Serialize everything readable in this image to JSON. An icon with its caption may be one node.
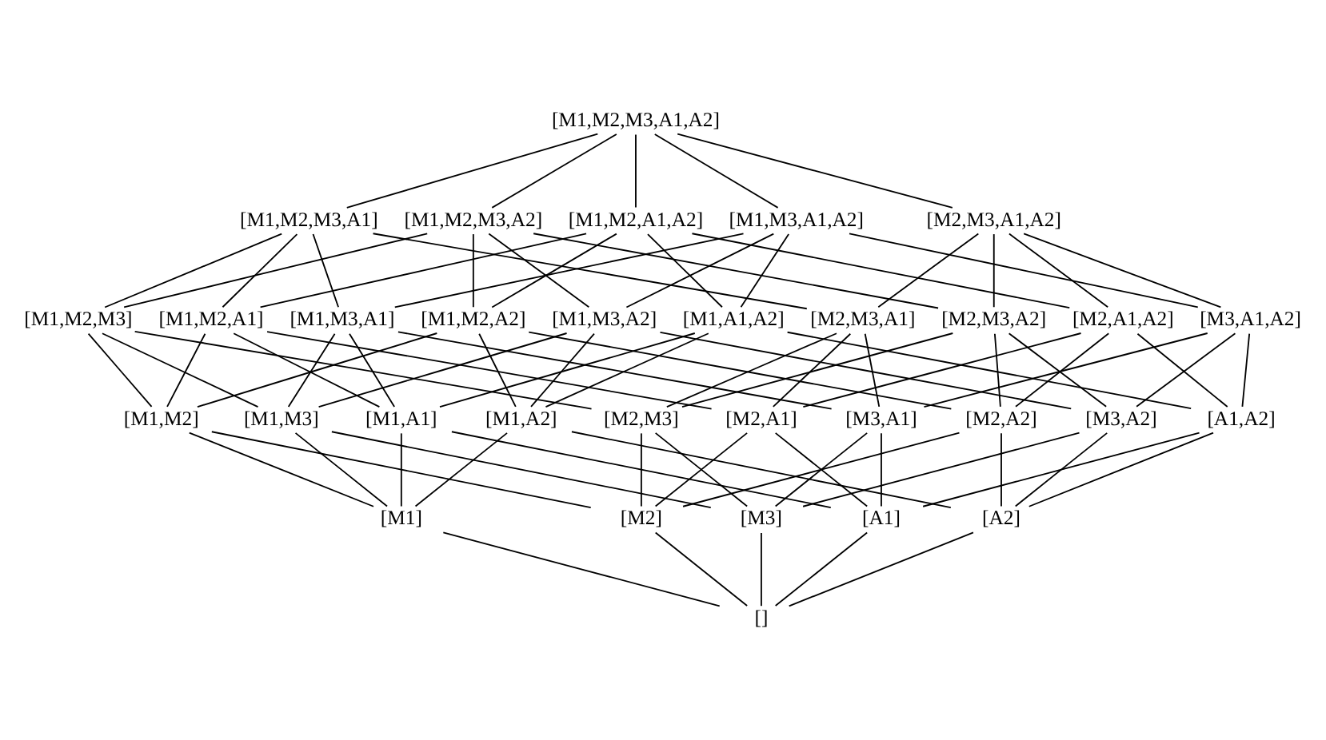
{
  "diagram": {
    "nodes": [
      {
        "text": [
          "[M1,M2,M3,A1,A2]"
        ]
      },
      {
        "text": [
          "[M1,M2,M3,A1]"
        ]
      },
      {
        "text": [
          "[M1,M2,M3,A2]"
        ]
      },
      {
        "text": [
          "[M1,M2,A1,A2]"
        ]
      },
      {
        "text": [
          "[M1,M3,A1,A2]"
        ]
      },
      {
        "text": [
          "[M2,M3,A1,A2]"
        ]
      },
      {
        "text": [
          "[M1,M2,M3]"
        ]
      },
      {
        "text": [
          "[M1,M2,A1]"
        ]
      },
      {
        "text": [
          "[M1,M2,A2]"
        ]
      },
      {
        "text": [
          "[M1,M3,A1]"
        ]
      },
      {
        "text": [
          "[M1,M3,A2]"
        ]
      },
      {
        "text": [
          "[M2,M3,A1]"
        ]
      },
      {
        "text": [
          "[M1,A1,A2]"
        ]
      },
      {
        "text": [
          "[M2,M3,A2]"
        ]
      },
      {
        "text": [
          "[M2,A1,A2]"
        ]
      },
      {
        "text": [
          "[M3,A1,A2]"
        ]
      },
      {
        "text": [
          "[M1,M2]"
        ]
      },
      {
        "text": [
          "[M1,M3]"
        ]
      },
      {
        "text": [
          "[M1,A1]"
        ]
      },
      {
        "text": [
          "[M2,M3]"
        ]
      },
      {
        "text": [
          "[M1,A2]"
        ]
      },
      {
        "text": [
          "[M2,A1]"
        ]
      },
      {
        "text": [
          "[M2,A2]"
        ]
      },
      {
        "text": [
          "[M3,A1]"
        ]
      },
      {
        "text": [
          "[M3,A2]"
        ]
      },
      {
        "text": [
          "[A1,A2]"
        ]
      },
      {
        "text": [
          "[M1]"
        ]
      },
      {
        "text": [
          "[M2]"
        ]
      },
      {
        "text": [
          "[M3]"
        ]
      },
      {
        "text": [
          "[A1]"
        ]
      },
      {
        "text": [
          "[A2]"
        ]
      },
      {
        "text": [
          "[]"
        ]
      }
    ],
    "edges": [
      {
        "from": 0,
        "to": 1,
        "arrow": "none"
      },
      {
        "from": 0,
        "to": 2,
        "arrow": "none"
      },
      {
        "from": 0,
        "to": 3,
        "arrow": "none"
      },
      {
        "from": 0,
        "to": 4,
        "arrow": "none"
      },
      {
        "from": 0,
        "to": 5,
        "arrow": "none"
      },
      {
        "from": 1,
        "to": 6,
        "arrow": "none"
      },
      {
        "from": 1,
        "to": 7,
        "arrow": "none"
      },
      {
        "from": 1,
        "to": 9,
        "arrow": "none"
      },
      {
        "from": 1,
        "to": 11,
        "arrow": "none"
      },
      {
        "from": 2,
        "to": 6,
        "arrow": "none"
      },
      {
        "from": 2,
        "to": 8,
        "arrow": "none"
      },
      {
        "from": 2,
        "to": 10,
        "arrow": "none"
      },
      {
        "from": 2,
        "to": 13,
        "arrow": "none"
      },
      {
        "from": 3,
        "to": 7,
        "arrow": "none"
      },
      {
        "from": 3,
        "to": 8,
        "arrow": "none"
      },
      {
        "from": 3,
        "to": 12,
        "arrow": "none"
      },
      {
        "from": 3,
        "to": 14,
        "arrow": "none"
      },
      {
        "from": 4,
        "to": 9,
        "arrow": "none"
      },
      {
        "from": 4,
        "to": 10,
        "arrow": "none"
      },
      {
        "from": 4,
        "to": 12,
        "arrow": "none"
      },
      {
        "from": 4,
        "to": 15,
        "arrow": "none"
      },
      {
        "from": 5,
        "to": 11,
        "arrow": "none"
      },
      {
        "from": 5,
        "to": 13,
        "arrow": "none"
      },
      {
        "from": 5,
        "to": 14,
        "arrow": "none"
      },
      {
        "from": 5,
        "to": 15,
        "arrow": "none"
      },
      {
        "from": 6,
        "to": 16,
        "arrow": "none"
      },
      {
        "from": 6,
        "to": 17,
        "arrow": "none"
      },
      {
        "from": 6,
        "to": 19,
        "arrow": "none"
      },
      {
        "from": 7,
        "to": 16,
        "arrow": "none"
      },
      {
        "from": 7,
        "to": 18,
        "arrow": "none"
      },
      {
        "from": 7,
        "to": 21,
        "arrow": "none"
      },
      {
        "from": 8,
        "to": 16,
        "arrow": "none"
      },
      {
        "from": 8,
        "to": 20,
        "arrow": "none"
      },
      {
        "from": 8,
        "to": 22,
        "arrow": "none"
      },
      {
        "from": 9,
        "to": 17,
        "arrow": "none"
      },
      {
        "from": 9,
        "to": 18,
        "arrow": "none"
      },
      {
        "from": 9,
        "to": 23,
        "arrow": "none"
      },
      {
        "from": 10,
        "to": 17,
        "arrow": "none"
      },
      {
        "from": 10,
        "to": 20,
        "arrow": "none"
      },
      {
        "from": 10,
        "to": 24,
        "arrow": "none"
      },
      {
        "from": 11,
        "to": 19,
        "arrow": "none"
      },
      {
        "from": 11,
        "to": 21,
        "arrow": "none"
      },
      {
        "from": 11,
        "to": 23,
        "arrow": "none"
      },
      {
        "from": 12,
        "to": 18,
        "arrow": "none"
      },
      {
        "from": 12,
        "to": 20,
        "arrow": "none"
      },
      {
        "from": 12,
        "to": 25,
        "arrow": "none"
      },
      {
        "from": 13,
        "to": 19,
        "arrow": "none"
      },
      {
        "from": 13,
        "to": 22,
        "arrow": "none"
      },
      {
        "from": 13,
        "to": 24,
        "arrow": "none"
      },
      {
        "from": 14,
        "to": 21,
        "arrow": "none"
      },
      {
        "from": 14,
        "to": 22,
        "arrow": "none"
      },
      {
        "from": 14,
        "to": 25,
        "arrow": "none"
      },
      {
        "from": 15,
        "to": 23,
        "arrow": "none"
      },
      {
        "from": 15,
        "to": 24,
        "arrow": "none"
      },
      {
        "from": 15,
        "to": 25,
        "arrow": "none"
      },
      {
        "from": 16,
        "to": 26,
        "arrow": "none"
      },
      {
        "from": 16,
        "to": 27,
        "arrow": "none"
      },
      {
        "from": 17,
        "to": 26,
        "arrow": "none"
      },
      {
        "from": 17,
        "to": 28,
        "arrow": "none"
      },
      {
        "from": 18,
        "to": 26,
        "arrow": "none"
      },
      {
        "from": 18,
        "to": 29,
        "arrow": "none"
      },
      {
        "from": 19,
        "to": 27,
        "arrow": "none"
      },
      {
        "from": 19,
        "to": 28,
        "arrow": "none"
      },
      {
        "from": 20,
        "to": 26,
        "arrow": "none"
      },
      {
        "from": 20,
        "to": 30,
        "arrow": "none"
      },
      {
        "from": 21,
        "to": 27,
        "arrow": "none"
      },
      {
        "from": 21,
        "to": 29,
        "arrow": "none"
      },
      {
        "from": 22,
        "to": 27,
        "arrow": "none"
      },
      {
        "from": 22,
        "to": 30,
        "arrow": "none"
      },
      {
        "from": 23,
        "to": 28,
        "arrow": "none"
      },
      {
        "from": 23,
        "to": 29,
        "arrow": "none"
      },
      {
        "from": 24,
        "to": 28,
        "arrow": "none"
      },
      {
        "from": 24,
        "to": 30,
        "arrow": "none"
      },
      {
        "from": 25,
        "to": 29,
        "arrow": "none"
      },
      {
        "from": 25,
        "to": 30,
        "arrow": "none"
      },
      {
        "from": 26,
        "to": 31,
        "arrow": "none"
      },
      {
        "from": 27,
        "to": 31,
        "arrow": "none"
      },
      {
        "from": 28,
        "to": 31,
        "arrow": "none"
      },
      {
        "from": 29,
        "to": 31,
        "arrow": "none"
      },
      {
        "from": 30,
        "to": 31,
        "arrow": "none"
      }
    ]
  }
}
